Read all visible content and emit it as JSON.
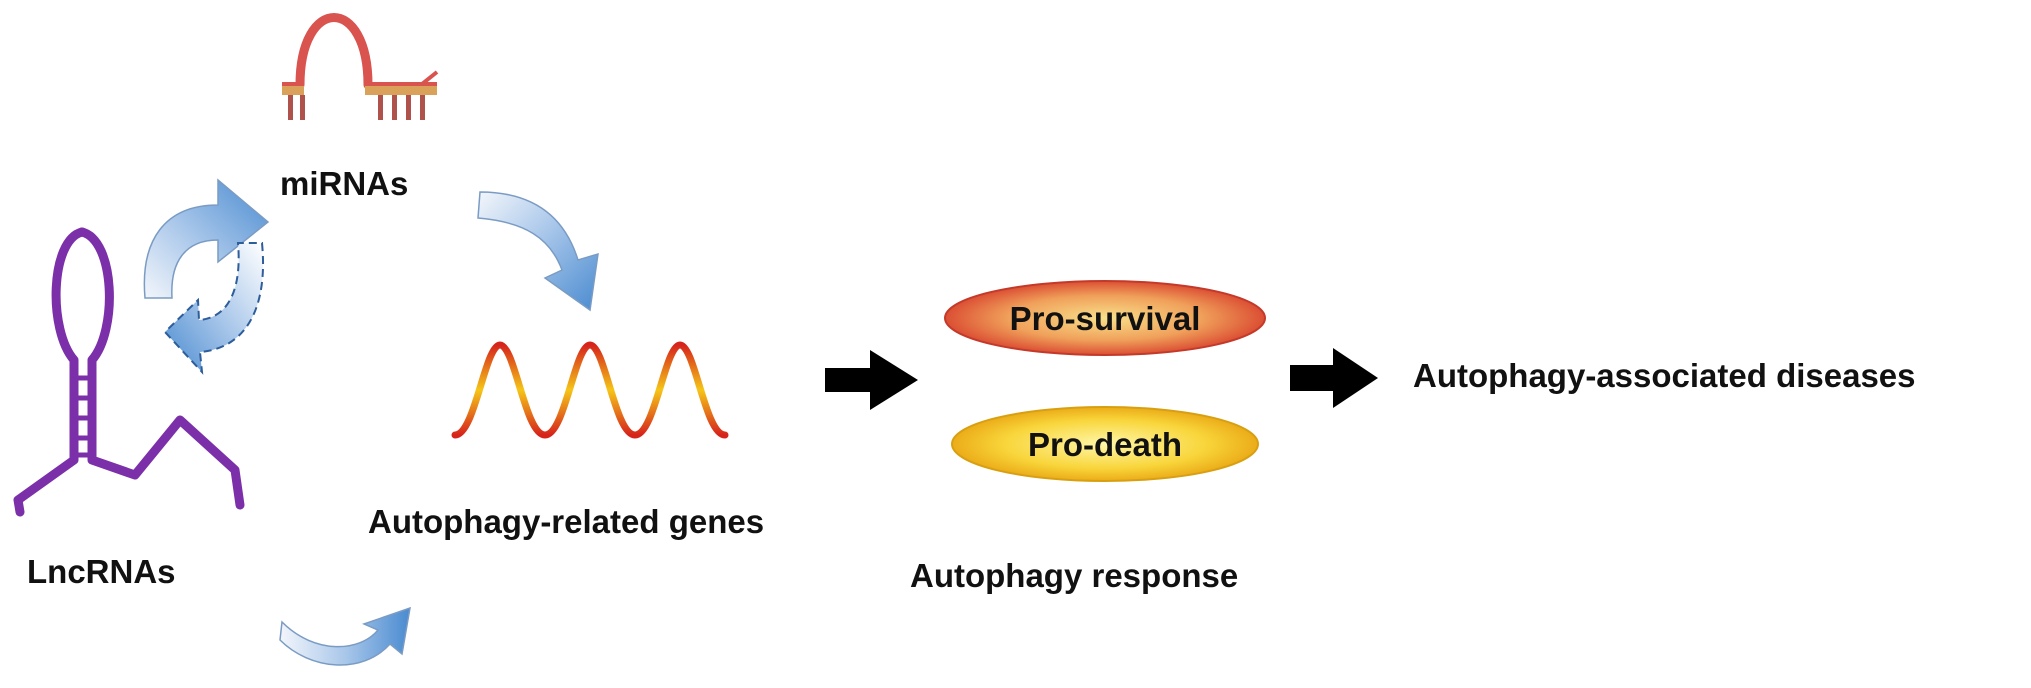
{
  "labels": {
    "mirnas": "miRNAs",
    "lncrnas": "LncRNAs",
    "genes": "Autophagy-related genes",
    "response": "Autophagy response",
    "diseases": "Autophagy-associated diseases"
  },
  "outcomes": {
    "survival": "Pro-survival",
    "death": "Pro-death"
  },
  "colors": {
    "lncrna_purple": "#7b2fa8",
    "mirna_red": "#d9534f",
    "mirna_tan": "#d9a15a",
    "arrow_blue": "#5b9bd5",
    "arrow_light": "#e8eef7",
    "wave_red": "#d6241c",
    "wave_yellow": "#f5c518",
    "black_arrow": "#000000"
  },
  "icons": {
    "mirna": "mirna-hairpin-icon",
    "lncrna": "lncrna-stemloop-icon",
    "genes": "gene-wave-icon"
  }
}
